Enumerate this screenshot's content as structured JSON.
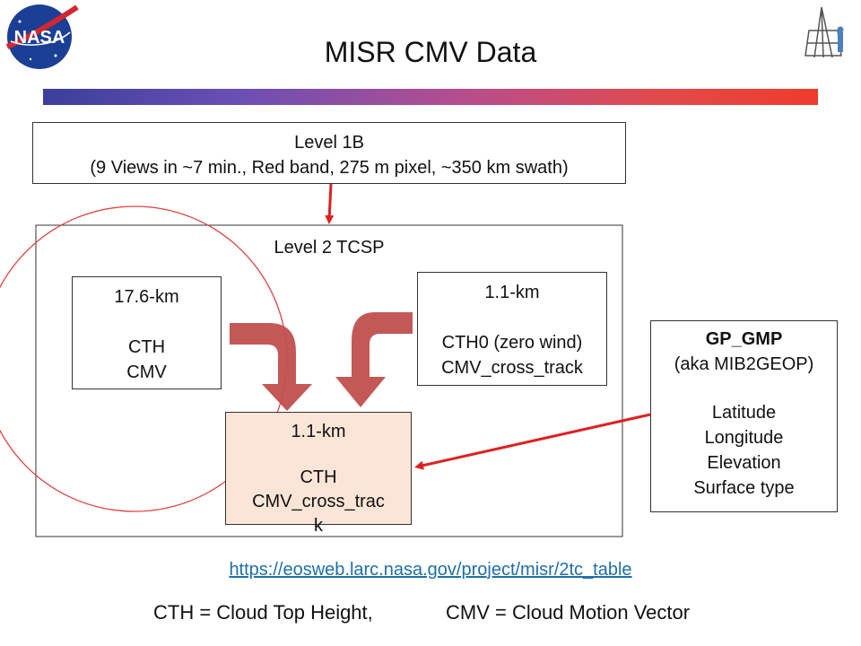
{
  "slide": {
    "title": "MISR CMV Data"
  },
  "logo_left": {
    "icon": "nasa-logo-icon",
    "text": "NASA"
  },
  "logo_right": {
    "icon": "misr-instrument-icon"
  },
  "level1b": {
    "line1": "Level 1B",
    "line2": "(9 Views in ~7 min., Red band, 275 m pixel, ~350 km swath)"
  },
  "level2": {
    "title": "Level 2 TCSP",
    "left_box": {
      "l1": "17.6-km",
      "l2": "CTH",
      "l3": "CMV"
    },
    "right_box": {
      "l1": "1.1-km",
      "l2": "CTH0 (zero wind)",
      "l3": "CMV_cross_track"
    },
    "result_box": {
      "l1": "1.1-km",
      "l2": "CTH",
      "l3": "CMV_cross_trac",
      "l4": "k"
    }
  },
  "gp_gmp": {
    "title": "GP_GMP",
    "subtitle": "(aka MIB2GEOP)",
    "items": [
      "Latitude",
      "Longitude",
      "Elevation",
      "Surface type"
    ]
  },
  "link": {
    "url": "https://eosweb.larc.nasa.gov/project/misr/2tc_table"
  },
  "footer": {
    "cth": "CTH = Cloud Top Height,",
    "cmv": "CMV = Cloud Motion Vector"
  },
  "colors": {
    "arrow_red": "#e02020",
    "curved_arrow": "#c0504d",
    "result_fill": "#fbe5d6",
    "link": "#1f6fa8"
  }
}
